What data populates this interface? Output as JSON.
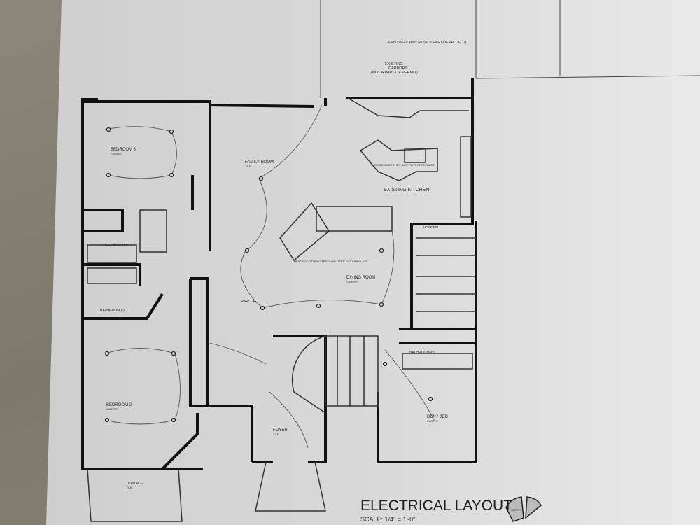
{
  "drawing": {
    "title": "ELECTRICAL LAYOUT",
    "scale": "SCALE: 1/4\" = 1'-0\"",
    "north_arrow": "NORTH"
  },
  "rooms": {
    "carport_top": "EXISTING CARPORT (NOT PART OF PROJECT)",
    "carport_line1": "EXISTING",
    "carport_line2": "CARPORT",
    "carport_line3": "(NOT A PART OF PERMIT)",
    "bedroom3": "BEDROOM 3",
    "bedroom3_floor": "CARPET",
    "family_room": "FAMILY ROOM",
    "family_room_floor": "TILE",
    "existing_kitchen": "EXISTING KITCHEN",
    "kitchen_note": "EXISTING KITCHEN (NOT PART OF PROJECT)",
    "bathroom1": "BATHROOM #1",
    "bathroom2": "BATHROOM #2",
    "parlor": "PARLOR",
    "dining_room": "DINING ROOM",
    "dining_floor": "CARPET",
    "bathroom3": "BATHROOM #3",
    "bedroom2": "BEDROOM 2",
    "bedroom2_floor": "CARPET",
    "foyer": "FOYER",
    "foyer_floor": "TILE",
    "den_bed": "DEN / BED",
    "den_floor": "CARPET",
    "terrace": "TERRACE",
    "terrace_floor": "TILE",
    "hose_bib": "HOSE BIB",
    "fireplace_note": "HEAT & GLO THEBO PREFABRICATED GAS FIREPLACE"
  }
}
